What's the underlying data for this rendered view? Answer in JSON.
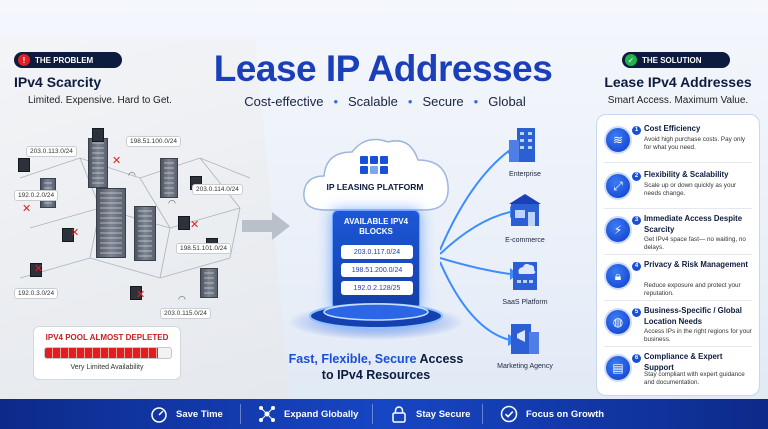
{
  "title": "Lease IP Addresses",
  "tags": [
    "Cost-effective",
    "Scalable",
    "Secure",
    "Global"
  ],
  "problem": {
    "badge": "THE PROBLEM",
    "title": "IPv4 Scarcity",
    "subtitle": "Limited. Expensive. Hard to Get.",
    "ip_labels": [
      "203.0.113.0/24",
      "198.51.100.0/24",
      "192.0.2.0/24",
      "203.0.114.0/24",
      "198.51.101.0/24",
      "192.0.3.0/24",
      "203.0.115.0/24"
    ],
    "pool": {
      "title": "IPV4 POOL ALMOST DEPLETED",
      "subtitle": "Very Limited Availability",
      "level_fraction": 0.9
    }
  },
  "platform": {
    "label": "IP LEASING PLATFORM",
    "blocks_title": "AVAILABLE IPV4 BLOCKS",
    "blocks": [
      "203.0.117.0/24",
      "198.51.200.0/24",
      "192.0.2.128/25"
    ],
    "tagline_pre": "Fast, Flexible, Secure",
    "tagline_post": "Access",
    "tagline_line2": "to IPv4 Resources"
  },
  "customers": [
    "Enterprise",
    "E-commerce",
    "SaaS Platform",
    "Marketing Agency"
  ],
  "solution": {
    "badge": "THE SOLUTION",
    "title": "Lease IPv4 Addresses",
    "subtitle": "Smart Access. Maximum Value.",
    "features": [
      {
        "num": "1",
        "icon": "coins-icon",
        "title": "Cost Efficiency",
        "desc": "Avoid high purchase costs. Pay only for what you need."
      },
      {
        "num": "2",
        "icon": "expand-icon",
        "title": "Flexibility & Scalability",
        "desc": "Scale up or down quickly as your needs change."
      },
      {
        "num": "3",
        "icon": "lightning-icon",
        "title": "Immediate Access Despite Scarcity",
        "desc": "Get IPv4 space fast— no waiting, no delays."
      },
      {
        "num": "4",
        "icon": "lock-shield-icon",
        "title": "Privacy & Risk Management",
        "desc": "Reduce exposure and protect your reputation."
      },
      {
        "num": "5",
        "icon": "globe-pin-icon",
        "title": "Business-Specific / Global Location Needs",
        "desc": "Access IPs in the right regions for your business."
      },
      {
        "num": "6",
        "icon": "document-gear-icon",
        "title": "Compliance & Expert Support",
        "desc": "Stay compliant with expert guidance and documentation."
      }
    ]
  },
  "footer": [
    "Save Time",
    "Expand Globally",
    "Stay Secure",
    "Focus on Growth"
  ],
  "colors": {
    "brand_blue": "#1a3fb8",
    "navy": "#0d1b3e",
    "alert_red": "#e02020",
    "success_green": "#22b14c"
  }
}
